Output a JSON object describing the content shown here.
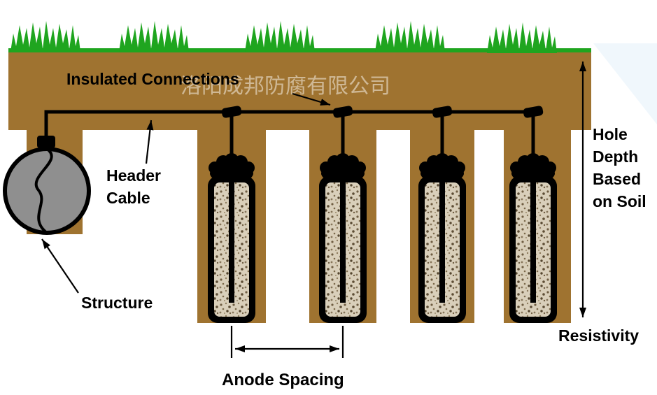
{
  "meta": {
    "type": "technical-diagram",
    "subject": "Cathodic protection anode ground bed cross-section"
  },
  "labels": {
    "insulated_connections": "Insulated Connections",
    "header_cable": [
      "Header",
      "Cable"
    ],
    "structure": "Structure",
    "anode_spacing": "Anode Spacing",
    "hole_depth": [
      "Hole",
      "Depth",
      "Based",
      "on Soil"
    ],
    "resistivity": "Resistivity",
    "watermark": "洛阳成邦防腐有限公司"
  },
  "diagram": {
    "anode_count": 4,
    "grass_tuft_count": 5
  },
  "colors": {
    "background": "#ffffff",
    "soil": "#9f7330",
    "grass": "#1fa51f",
    "backfill": "#d9cfba",
    "structure_fill": "#8f8f8f",
    "line": "#000000",
    "watermark": "#efe7d8",
    "sky_tint": "#e6f2fa"
  }
}
